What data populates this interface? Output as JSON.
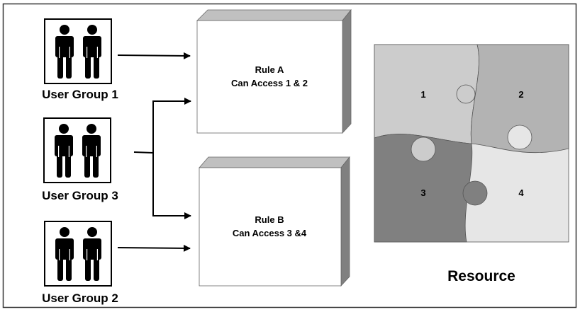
{
  "user_groups": [
    {
      "label": "User Group 1",
      "icon": "people-icon"
    },
    {
      "label": "User Group 3",
      "icon": "people-icon"
    },
    {
      "label": "User Group 2",
      "icon": "people-icon"
    }
  ],
  "rules": [
    {
      "title": "Rule A",
      "access": "Can Access 1 & 2"
    },
    {
      "title": "Rule B",
      "access": "Can Access 3 &4"
    }
  ],
  "resource": {
    "label": "Resource",
    "pieces": [
      {
        "label": "1",
        "color": "#cccccc"
      },
      {
        "label": "2",
        "color": "#b3b3b3"
      },
      {
        "label": "3",
        "color": "#808080"
      },
      {
        "label": "4",
        "color": "#e6e6e6"
      }
    ]
  }
}
